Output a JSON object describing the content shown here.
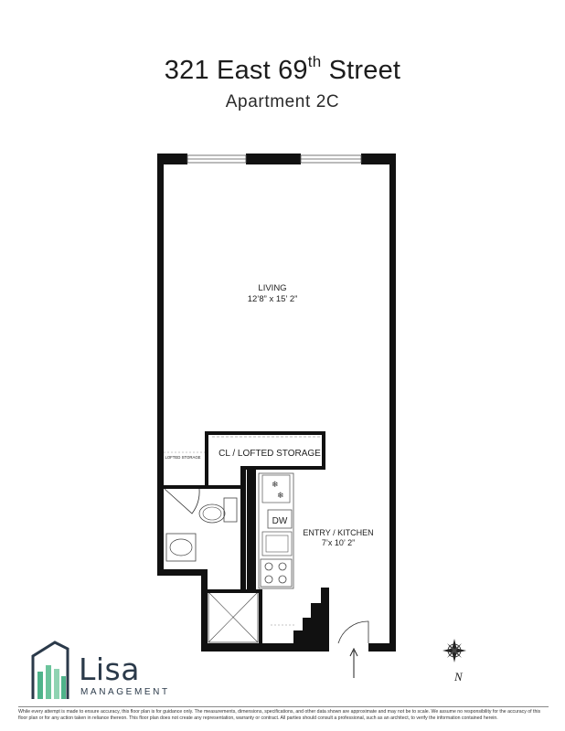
{
  "header": {
    "title_main": "321 East 69",
    "title_sup": "th",
    "title_end": " Street",
    "subtitle": "Apartment 2C"
  },
  "rooms": {
    "living_name": "LIVING",
    "living_dims": "12’8” x 15’ 2”",
    "closet_label": "CL / LOFTED STORAGE",
    "lofted_small": "LOFTED STORAGE",
    "dishwasher": "DW",
    "kitchen_name": "ENTRY / KITCHEN",
    "kitchen_dims": "7’x 10’ 2”"
  },
  "compass": {
    "north_label": "N"
  },
  "logo": {
    "name": "Lisa",
    "tagline": "MANAGEMENT"
  },
  "footer": {
    "disclaimer": "While every attempt is made to ensure accuracy, this floor plan is for guidance only. The measurements, dimensions, specifications, and other data shown are approximate and may not be to scale. We assume no responsibility for the accuracy of this floor plan or for any action taken in reliance thereon. This floor plan does not create any representation, warranty or contract. All parties should consult a professional, such as an architect, to verify the information contained herein."
  }
}
